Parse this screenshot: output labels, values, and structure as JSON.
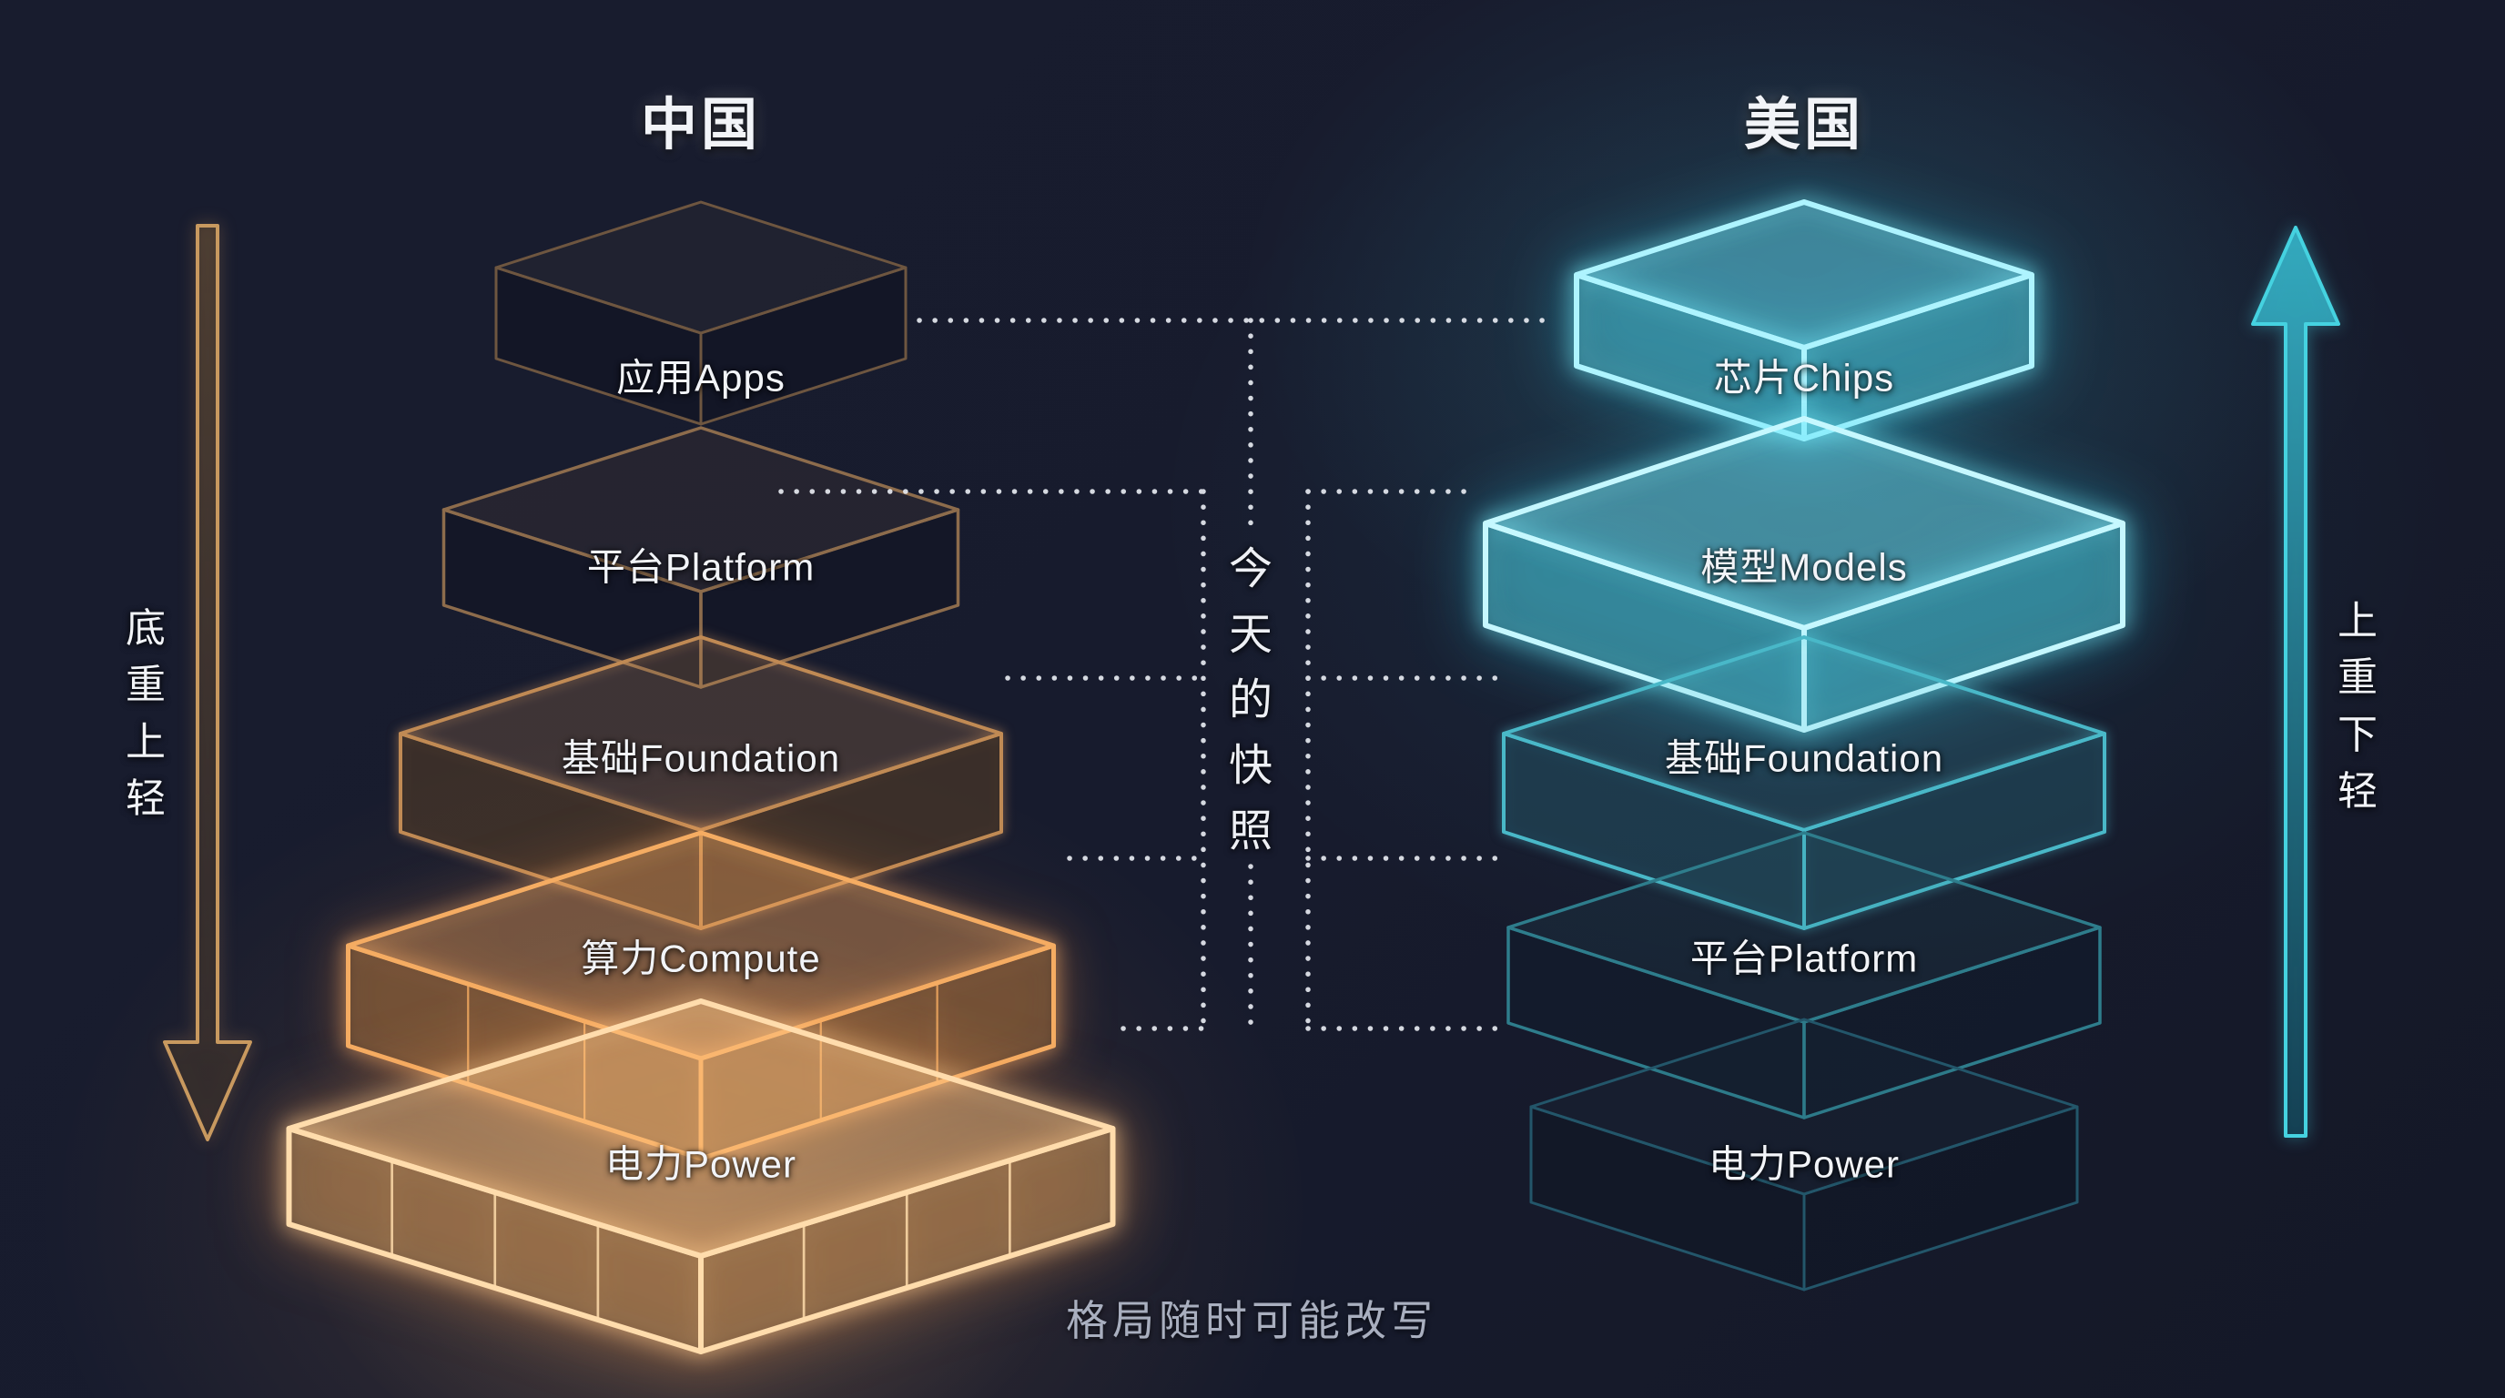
{
  "header": {
    "left_title": "中国",
    "right_title": "美国"
  },
  "stacks": {
    "china": {
      "country": "中国",
      "layers": [
        {
          "label": "应用Apps"
        },
        {
          "label": "平台Platform"
        },
        {
          "label": "基础Foundation"
        },
        {
          "label": "算力Compute"
        },
        {
          "label": "电力Power"
        }
      ]
    },
    "usa": {
      "country": "美国",
      "layers": [
        {
          "label": "芯片Chips"
        },
        {
          "label": "模型Models"
        },
        {
          "label": "基础Foundation"
        },
        {
          "label": "平台Platform"
        },
        {
          "label": "电力Power"
        }
      ]
    }
  },
  "annotations": {
    "left_arrow_text": "底重上轻",
    "right_arrow_text": "上重下轻",
    "center_snapshot_text": "今天的快照",
    "caption": "格局随时可能改写"
  },
  "colors": {
    "background": "#171B2D",
    "china_accent": "#FFB870",
    "usa_accent": "#4FE3F2",
    "china_layer_strokes": [
      "#6E5640",
      "#8D6C4C",
      "#C08A54",
      "#F5AC62",
      "#FFDCAC"
    ],
    "usa_layer_strokes": [
      "#AEF4FF",
      "#C6F8FF",
      "#49B8C8",
      "#2E7D8C",
      "#23566A"
    ],
    "dotted_line": "#E6E9F0",
    "label_text": "#F2F4F8",
    "caption_text": "#A9AFBF"
  }
}
